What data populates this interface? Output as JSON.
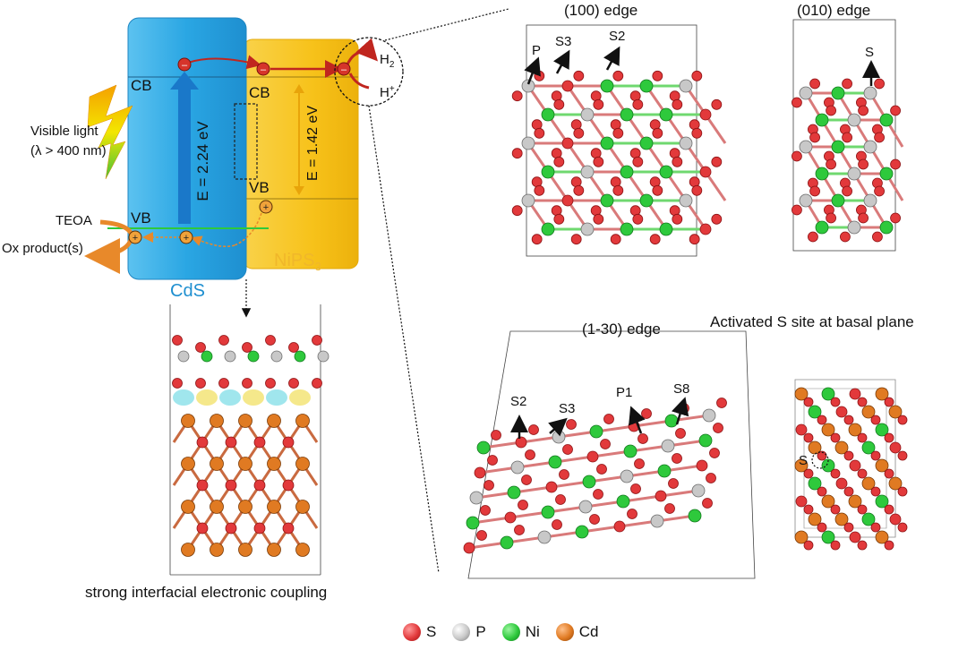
{
  "band_diagram": {
    "cds_label": "CdS",
    "nips3_label": "NiPS",
    "nips3_sub": "3",
    "cb_left": "CB",
    "vb_left": "VB",
    "cb_right": "CB",
    "vb_right": "VB",
    "gap_cds": "E = 2.24 eV",
    "gap_nips3": "E = 1.42 eV",
    "light_line1": "Visible light",
    "light_line2": "(λ > 400 nm)",
    "teoa": "TEOA",
    "ox_product": "Ox product(s)",
    "h2": "H",
    "h2_sub": "2",
    "hplus": "H",
    "hplus_sup": "+",
    "electron_sign": "–",
    "hole_sign": "+",
    "colors": {
      "cds": "#2aa6e3",
      "nips3": "#f7c21a",
      "arrow_red": "#c0261f",
      "teoa_orange": "#e8892a"
    }
  },
  "panels": {
    "edge_100": {
      "title": "(100) edge",
      "sites": [
        "P",
        "S3",
        "S2"
      ]
    },
    "edge_010": {
      "title": "(010) edge",
      "sites": [
        "S"
      ]
    },
    "edge_130": {
      "title": "(1-30) edge",
      "sites": [
        "S2",
        "S3",
        "P1",
        "S8"
      ]
    },
    "basal": {
      "title": "Activated S site at basal plane",
      "site": "S"
    },
    "interface": {
      "caption": "strong interfacial electronic coupling"
    }
  },
  "legend": [
    {
      "label": "S",
      "color": "#e2393b",
      "icon": "s-atom-icon"
    },
    {
      "label": "P",
      "color": "#c8c8c8",
      "icon": "p-atom-icon"
    },
    {
      "label": "Ni",
      "color": "#2ec93c",
      "icon": "ni-atom-icon"
    },
    {
      "label": "Cd",
      "color": "#e07a22",
      "icon": "cd-atom-icon"
    }
  ]
}
